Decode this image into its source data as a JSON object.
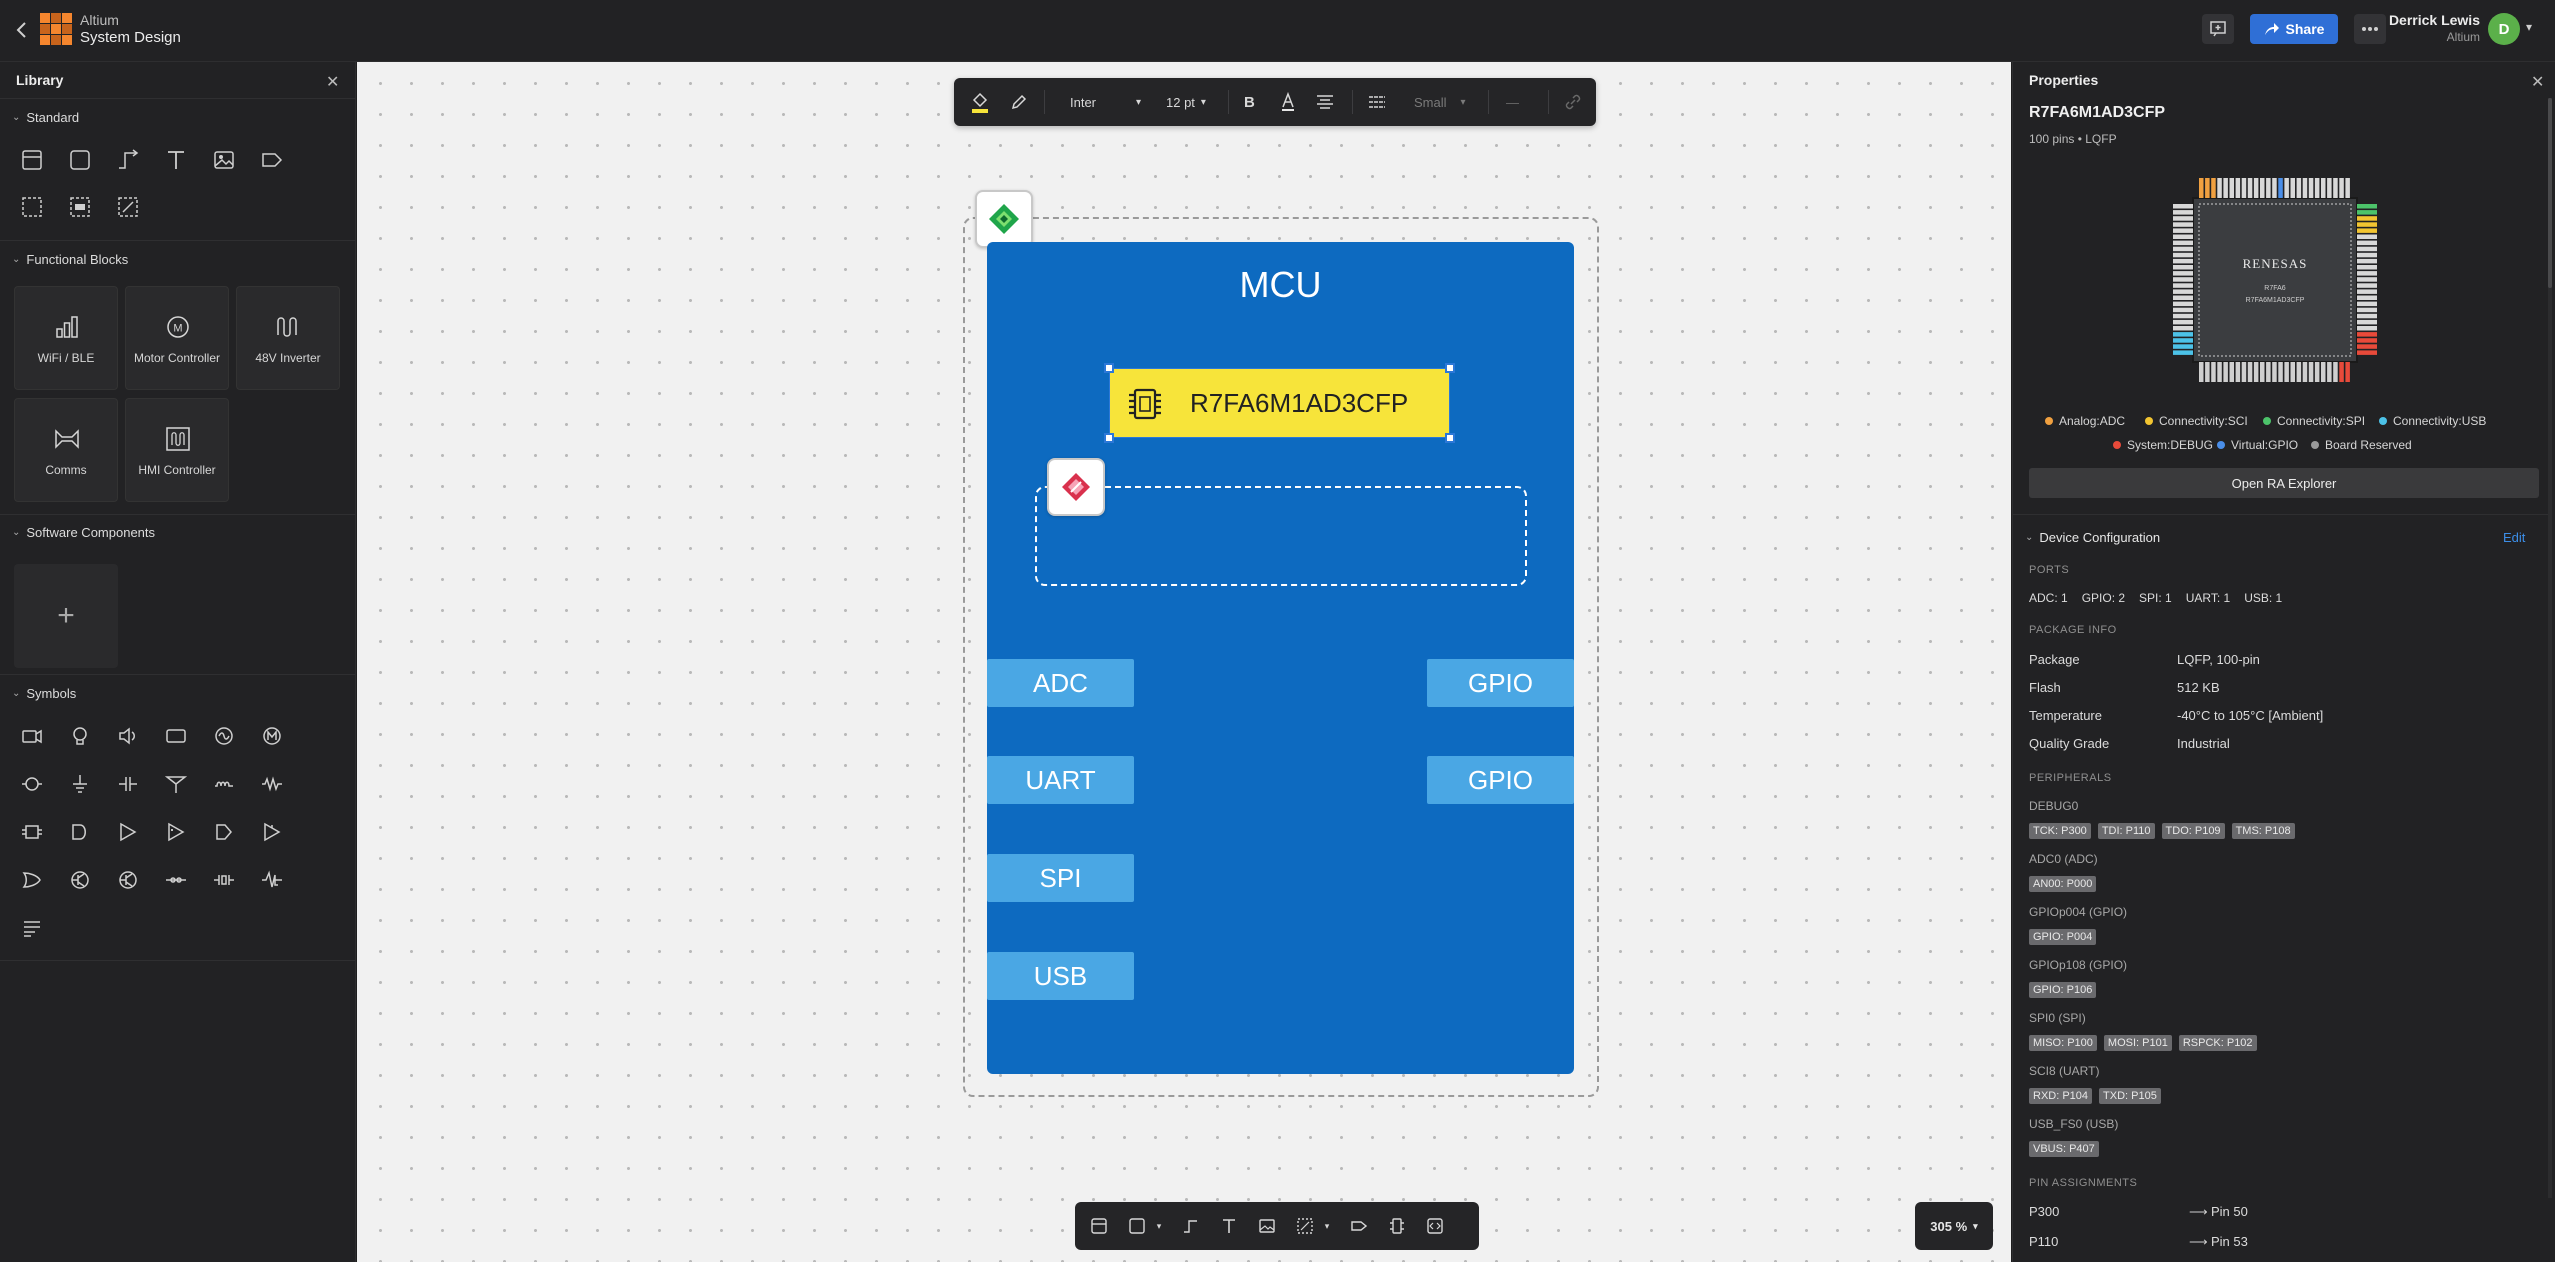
{
  "header": {
    "brand": "Altium",
    "product": "System Design",
    "share_label": "Share",
    "user_name": "Derrick Lewis",
    "user_org": "Altium",
    "avatar_initial": "D"
  },
  "library": {
    "title": "Library",
    "sections": {
      "standard": "Standard",
      "functional": "Functional Blocks",
      "software": "Software Components",
      "symbols": "Symbols"
    },
    "blocks": [
      {
        "label": "WiFi / BLE",
        "icon": "signal-bars-icon"
      },
      {
        "label": "Motor Controller",
        "icon": "motor-icon"
      },
      {
        "label": "48V Inverter",
        "icon": "inverter-icon"
      },
      {
        "label": "Comms",
        "icon": "comms-icon"
      },
      {
        "label": "HMI Controller",
        "icon": "hmi-icon"
      }
    ]
  },
  "format_toolbar": {
    "font": "Inter",
    "size": "12 pt",
    "spacing": "Small"
  },
  "canvas": {
    "mcu_title": "MCU",
    "chip_label": "R7FA6M1AD3CFP",
    "left_ports": [
      "ADC",
      "UART",
      "SPI",
      "USB"
    ],
    "right_ports": [
      "GPIO",
      "GPIO"
    ],
    "zoom": "305 %"
  },
  "colors": {
    "canvas_bg": "#f1f1f1",
    "mcu_blue": "#0d6ac0",
    "port_blue": "#4aa7e4",
    "chip_yellow": "#f7e43a",
    "accent": "#2f6fd6"
  },
  "properties": {
    "title": "Properties",
    "part_number": "R7FA6M1AD3CFP",
    "part_sub": "100 pins • LQFP",
    "chip_brand": "RENESAS",
    "chip_line1": "R7FA6",
    "chip_line2": "R7FA6M1AD3CFP",
    "legend": [
      {
        "label": "Analog:ADC",
        "color": "#f0a040"
      },
      {
        "label": "Connectivity:SCI",
        "color": "#f2c531"
      },
      {
        "label": "Connectivity:SPI",
        "color": "#4cc36a"
      },
      {
        "label": "Connectivity:USB",
        "color": "#4cc2e8"
      },
      {
        "label": "System:DEBUG",
        "color": "#e84a3a"
      },
      {
        "label": "Virtual:GPIO",
        "color": "#4a8ee8"
      },
      {
        "label": "Board Reserved",
        "color": "#9a9a9a"
      }
    ],
    "open_ra": "Open RA Explorer",
    "device_config": "Device Configuration",
    "edit": "Edit",
    "ports_cap": "PORTS",
    "ports": [
      "ADC: 1",
      "GPIO: 2",
      "SPI: 1",
      "UART: 1",
      "USB: 1"
    ],
    "package_cap": "PACKAGE INFO",
    "package_info": [
      {
        "label": "Package",
        "value": "LQFP, 100-pin"
      },
      {
        "label": "Flash",
        "value": "512 KB"
      },
      {
        "label": "Temperature",
        "value": "-40°C to 105°C [Ambient]"
      },
      {
        "label": "Quality Grade",
        "value": "Industrial"
      }
    ],
    "peripherals_cap": "PERIPHERALS",
    "peripherals": [
      {
        "name": "DEBUG0",
        "tags": [
          "TCK: P300",
          "TDI: P110",
          "TDO: P109",
          "TMS: P108"
        ]
      },
      {
        "name": "ADC0 (ADC)",
        "tags": [
          "AN00: P000"
        ]
      },
      {
        "name": "GPIOp004 (GPIO)",
        "tags": [
          "GPIO: P004"
        ]
      },
      {
        "name": "GPIOp108 (GPIO)",
        "tags": [
          "GPIO: P106"
        ]
      },
      {
        "name": "SPI0 (SPI)",
        "tags": [
          "MISO: P100",
          "MOSI: P101",
          "RSPCK: P102"
        ]
      },
      {
        "name": "SCI8 (UART)",
        "tags": [
          "RXD: P104",
          "TXD: P105"
        ]
      },
      {
        "name": "USB_FS0 (USB)",
        "tags": [
          "VBUS: P407"
        ]
      }
    ],
    "pin_cap": "PIN ASSIGNMENTS",
    "pins": [
      {
        "pin": "P300",
        "value": "Pin 50"
      },
      {
        "pin": "P110",
        "value": "Pin 53"
      }
    ]
  }
}
